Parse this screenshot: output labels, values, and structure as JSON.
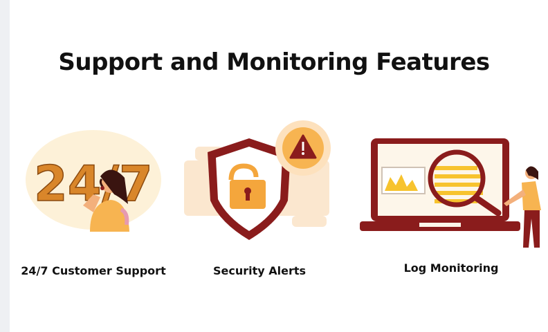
{
  "title": "Support and Monitoring Features",
  "features": [
    {
      "label": "24/7 Customer Support",
      "icon": "customer-support-illustration"
    },
    {
      "label": "Security Alerts",
      "icon": "shield-alert-illustration"
    },
    {
      "label": "Log Monitoring",
      "icon": "laptop-magnifier-illustration"
    }
  ],
  "support_badge_text": "24/7",
  "colors": {
    "maroon": "#8a1c1c",
    "orange": "#f4a63c",
    "yellow": "#f7c32e",
    "peach": "#fbe7cf",
    "cream": "#fdf3e3"
  }
}
